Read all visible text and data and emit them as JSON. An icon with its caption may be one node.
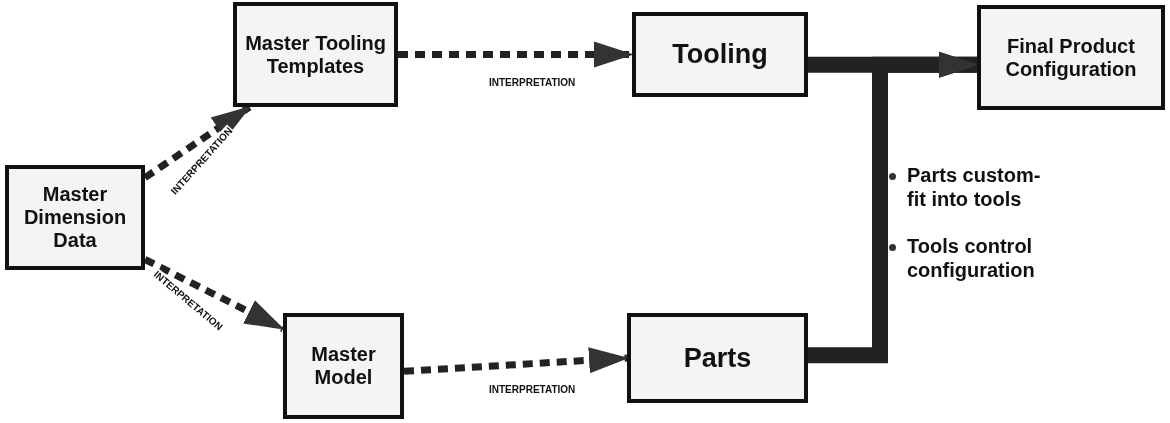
{
  "diagram": {
    "nodes": [
      {
        "text": [
          "Master Dimension Data"
        ]
      },
      {
        "text": [
          "Master Tooling Templates"
        ]
      },
      {
        "text": [
          "Tooling"
        ]
      },
      {
        "text": [
          "Final Product Configuration"
        ]
      },
      {
        "text": [
          "Master Model"
        ]
      },
      {
        "text": [
          "Parts"
        ]
      }
    ],
    "edges": [
      {
        "from": 0,
        "to": 1,
        "arrow": "to",
        "label": "INTERPRETATION",
        "style": "dashed"
      },
      {
        "from": 0,
        "to": 4,
        "arrow": "to",
        "label": "INTERPRETATION",
        "style": "dashed"
      },
      {
        "from": 1,
        "to": 2,
        "arrow": "to",
        "label": "INTERPRETATION",
        "style": "dashed"
      },
      {
        "from": 4,
        "to": 5,
        "arrow": "to",
        "label": "INTERPRETATION",
        "style": "dashed"
      },
      {
        "from": 2,
        "to": 3,
        "arrow": "to",
        "style": "thick"
      },
      {
        "from": 5,
        "to": 3,
        "arrow": "to",
        "style": "thick"
      }
    ],
    "labels": [
      "Parts custom-fit into tools",
      "Tools control configuration"
    ]
  }
}
